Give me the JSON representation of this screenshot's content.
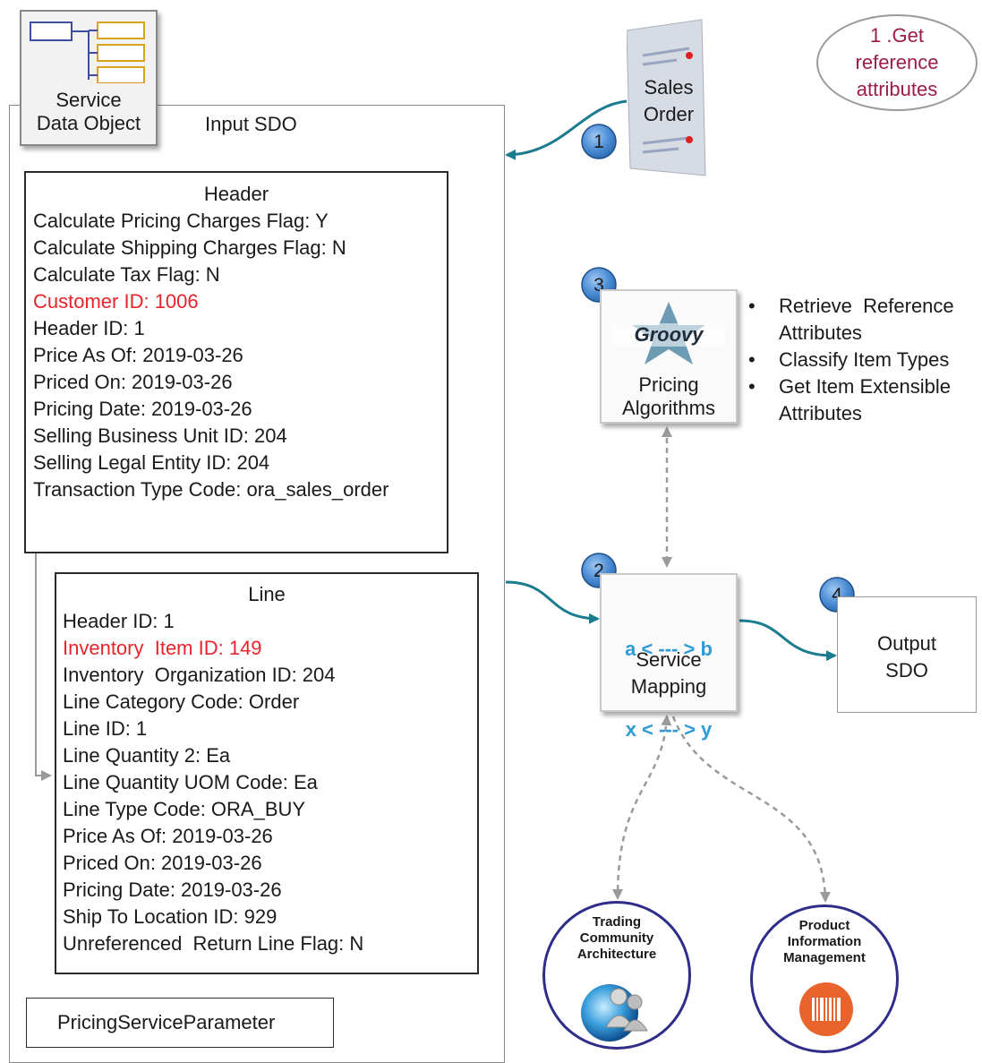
{
  "sdo_icon": {
    "label_line1": "Service",
    "label_line2": "Data Object"
  },
  "input_sdo": {
    "title": "Input SDO"
  },
  "header_box": {
    "title": "Header",
    "lines": [
      "Calculate Pricing Charges Flag: Y",
      "Calculate Shipping Charges Flag: N",
      "Calculate Tax Flag: N",
      "Customer ID: 1006",
      "Header ID: 1",
      "Price As Of: 2019-03-26",
      "Priced On: 2019-03-26",
      "Pricing Date: 2019-03-26",
      "Selling Business Unit ID: 204",
      "Selling Legal Entity ID: 204",
      "Transaction Type Code: ora_sales_order"
    ],
    "highlight_color": "#e8232a"
  },
  "line_box": {
    "title": "Line",
    "lines": [
      "Header ID: 1",
      "Inventory  Item ID: 149",
      "Inventory  Organization ID: 204",
      "Line Category Code: Order",
      "Line ID: 1",
      "Line Quantity 2: Ea",
      "Line Quantity UOM Code: Ea",
      "Line Type Code: ORA_BUY",
      "Price As Of: 2019-03-26",
      "Priced On: 2019-03-26",
      "Pricing Date: 2019-03-26",
      "Ship To Location ID: 929",
      "Unreferenced  Return Line Flag: N"
    ]
  },
  "pricing_service_parameter": {
    "label": "PricingServiceParameter"
  },
  "sales_order": {
    "line1": "Sales",
    "line2": "Order"
  },
  "callout": {
    "line1": "1 .Get",
    "line2": "reference",
    "line3": "attributes"
  },
  "steps": {
    "s1": "1",
    "s2": "2",
    "s3": "3",
    "s4": "4"
  },
  "pricing_algorithms": {
    "line1": "Pricing",
    "line2": "Algorithms",
    "logo_text": "Groovy",
    "bullets": [
      [
        "Retrieve  Reference",
        "Attributes"
      ],
      [
        "Classify Item Types"
      ],
      [
        "Get Item Extensible",
        "Attributes"
      ]
    ]
  },
  "service_mapping": {
    "map1": "a < --- > b",
    "map2": "x < --- > y",
    "line1": "Service",
    "line2": "Mapping",
    "accent": "#2e9bd6"
  },
  "output_sdo": {
    "line1": "Output",
    "line2": "SDO"
  },
  "tca": {
    "line1": "Trading",
    "line2": "Community",
    "line3": "Architecture"
  },
  "pim": {
    "line1": "Product",
    "line2": "Information",
    "line3": "Management"
  },
  "colors": {
    "step_blue": "#2d6fb5",
    "arrow_teal": "#1b7c8f",
    "dashed_gray": "#9a9a9a",
    "pim_orange": "#e8642c",
    "circle_border": "#2f2d8a"
  }
}
